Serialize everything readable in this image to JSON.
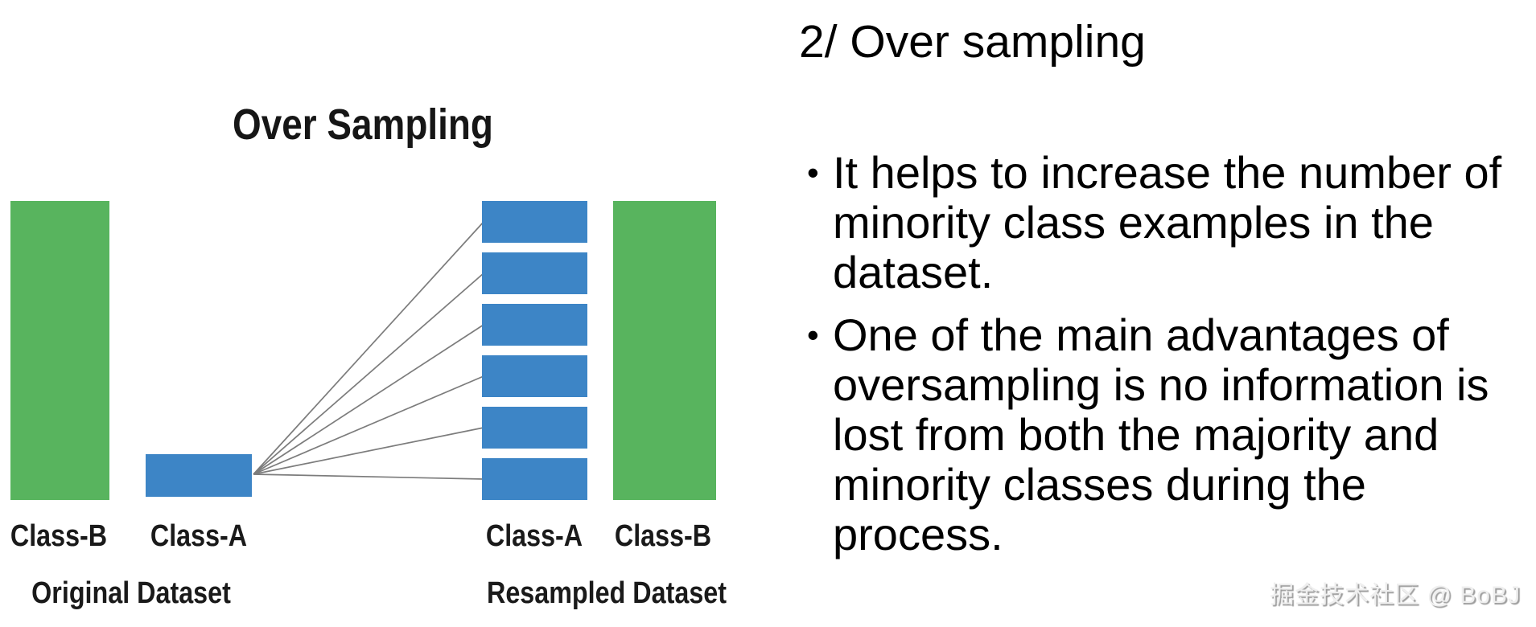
{
  "diagram": {
    "title": "Over Sampling",
    "original": {
      "caption": "Original Dataset",
      "bars": [
        {
          "label": "Class-B",
          "role": "majority-class",
          "relative_height": 1.0
        },
        {
          "label": "Class-A",
          "role": "minority-class",
          "relative_height": 0.14
        }
      ]
    },
    "resampled": {
      "caption": "Resampled Dataset",
      "bars": [
        {
          "label": "Class-A",
          "role": "minority-class-oversampled",
          "samples": 6,
          "relative_height": 1.0
        },
        {
          "label": "Class-B",
          "role": "majority-class",
          "relative_height": 1.0
        }
      ]
    },
    "colors": {
      "class_b_green": "#58b45e",
      "class_a_blue": "#3d85c6",
      "connector_gray": "#7c7c7c"
    }
  },
  "panel": {
    "title": "2/ Over sampling",
    "bullets": [
      "It helps to increase the number of minority class examples in the dataset.",
      "One of the main advantages of oversampling is no information is lost from both the majority and minority classes during the process."
    ]
  },
  "watermark": "掘金技术社区 @ BoBJ"
}
